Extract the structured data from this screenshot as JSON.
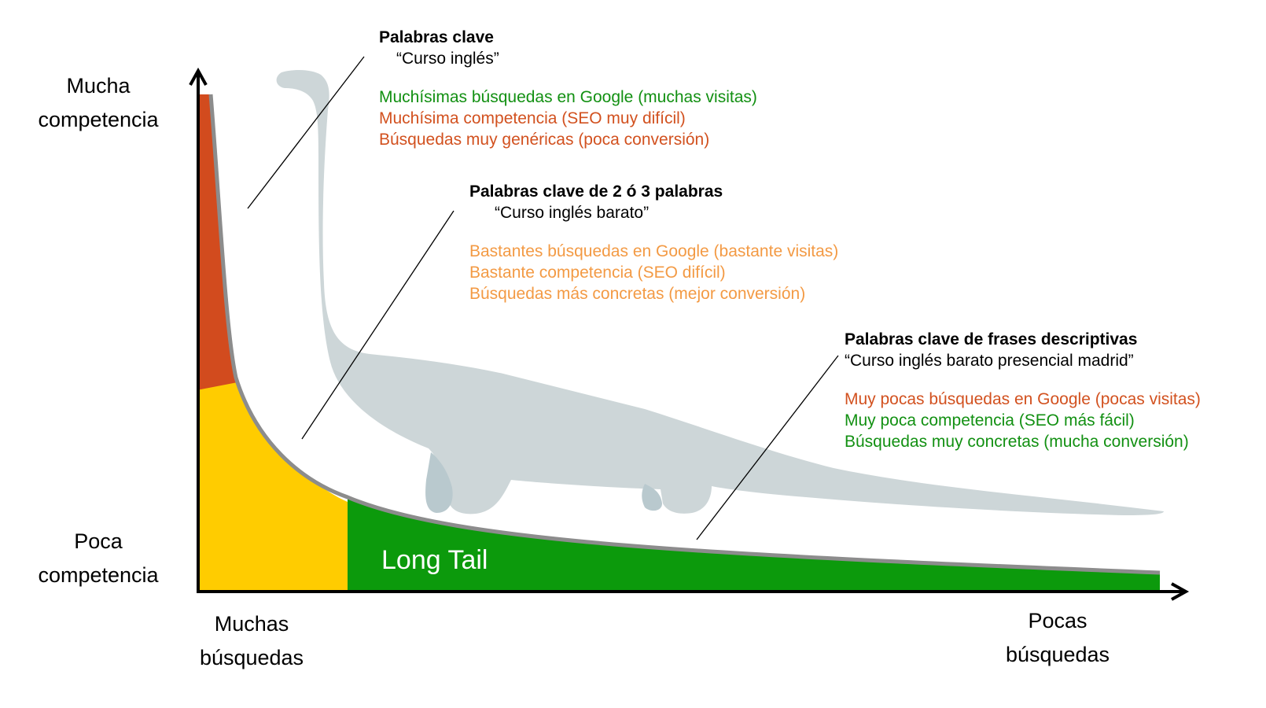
{
  "axes": {
    "y_top": [
      "Mucha",
      "competencia"
    ],
    "y_bottom": [
      "Poca",
      "competencia"
    ],
    "x_left": [
      "Muchas",
      "búsquedas"
    ],
    "x_right": [
      "Pocas",
      "búsquedas"
    ]
  },
  "curve_label": "Long Tail",
  "annotations": [
    {
      "heading": "Palabras clave",
      "example": "“Curso inglés”",
      "lines": [
        {
          "text": "Muchísimas búsquedas en Google (muchas visitas)",
          "tone": "green"
        },
        {
          "text": "Muchísima competencia (SEO muy difícil)",
          "tone": "red"
        },
        {
          "text": "Búsquedas muy genéricas (poca conversión)",
          "tone": "red"
        }
      ]
    },
    {
      "heading": "Palabras clave de 2 ó 3 palabras",
      "example": "“Curso inglés barato”",
      "lines": [
        {
          "text": "Bastantes búsquedas en Google (bastante visitas)",
          "tone": "orange"
        },
        {
          "text": "Bastante competencia (SEO difícil)",
          "tone": "orange"
        },
        {
          "text": "Búsquedas más concretas (mejor conversión)",
          "tone": "orange"
        }
      ]
    },
    {
      "heading": "Palabras clave de frases descriptivas",
      "example": "“Curso inglés barato presencial madrid”",
      "lines": [
        {
          "text": "Muy pocas búsquedas en Google (pocas visitas)",
          "tone": "red"
        },
        {
          "text": "Muy poca competencia (SEO más fácil)",
          "tone": "green"
        },
        {
          "text": "Búsquedas muy concretas (mucha conversión)",
          "tone": "green"
        }
      ]
    }
  ],
  "colors": {
    "head_segment": "#d24b1e",
    "middle_segment": "#ffcc00",
    "tail_segment": "#0c9a0c",
    "curve_line": "#8c8c8c",
    "dinosaur": "#cdd6d8",
    "text_green": "#129012",
    "text_red": "#d2511f",
    "text_orange": "#f39a44"
  }
}
